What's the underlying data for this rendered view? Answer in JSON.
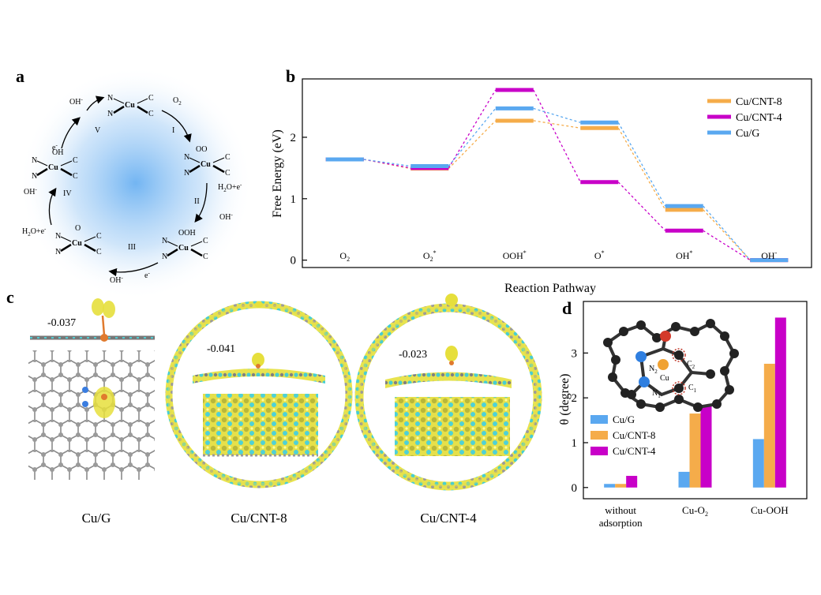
{
  "panel_labels": {
    "a": "a",
    "b": "b",
    "c": "c",
    "d": "d"
  },
  "panel_a": {
    "steps": [
      "I",
      "II",
      "III",
      "IV",
      "V"
    ],
    "reagents": {
      "o2": "O",
      "o2_sub": "2",
      "h2o_e_1": "H",
      "h2o_e_1_sub": "2",
      "h2o_e_1_tail": "O+e",
      "oh_1": "OH",
      "e_1": "e",
      "oh_2": "OH",
      "h2o_e_2": "H",
      "h2o_e_2_sub": "2",
      "h2o_e_2_tail": "O+e",
      "oh_3": "OH",
      "e_2": "e"
    },
    "atoms": {
      "n": "N",
      "c": "C",
      "cu": "Cu",
      "oo": "OO",
      "ooh": "OOH",
      "o": "O",
      "oh": "OH"
    },
    "sup_minus": "-"
  },
  "panel_c": {
    "values": [
      "-0.037",
      "-0.041",
      "-0.023"
    ],
    "captions": [
      "Cu/G",
      "Cu/CNT-8",
      "Cu/CNT-4"
    ]
  },
  "chart_data": [
    {
      "type": "line",
      "panel": "b",
      "xlabel": "Reaction Pathway",
      "ylabel": "Free  Energy (eV)",
      "categories": [
        "O2",
        "O2*",
        "OOH*",
        "O*",
        "OH*",
        "OH-"
      ],
      "category_labels": [
        {
          "base": "O",
          "sub": "2",
          "sup": ""
        },
        {
          "base": "O",
          "sub": "2",
          "sup": "*"
        },
        {
          "base": "OOH",
          "sub": "",
          "sup": "*"
        },
        {
          "base": "O",
          "sub": "",
          "sup": "*"
        },
        {
          "base": "OH",
          "sub": "",
          "sup": "*"
        },
        {
          "base": "OH",
          "sub": "",
          "sup": "-"
        }
      ],
      "yticks": [
        0,
        1,
        2
      ],
      "ylim": [
        -0.12,
        2.95
      ],
      "legend_position": "top-right",
      "series": [
        {
          "name": "Cu/CNT-8",
          "color": "#f5ac4a",
          "values": [
            1.64,
            1.49,
            2.27,
            2.15,
            0.82,
            0.0
          ]
        },
        {
          "name": "Cu/CNT-4",
          "color": "#c800c8",
          "values": [
            1.64,
            1.5,
            2.77,
            1.27,
            0.48,
            0.0
          ]
        },
        {
          "name": "Cu/G",
          "color": "#5aa8f0",
          "values": [
            1.64,
            1.53,
            2.47,
            2.24,
            0.88,
            0.0
          ]
        }
      ]
    },
    {
      "type": "bar",
      "panel": "d",
      "ylabel": "θ (degree)",
      "categories": [
        "without adsorption",
        "Cu-O2",
        "Cu-OOH"
      ],
      "category_labels": [
        {
          "line1": "without",
          "line2": "adsorption",
          "base": "",
          "sub": ""
        },
        {
          "line1": "",
          "line2": "",
          "base": "Cu-O",
          "sub": "2"
        },
        {
          "line1": "",
          "line2": "",
          "base": "Cu-OOH",
          "sub": ""
        }
      ],
      "yticks": [
        0,
        1,
        2,
        3
      ],
      "ylim": [
        -0.25,
        4.15
      ],
      "legend_position": "inside-left",
      "inset_labels": {
        "n2": "N",
        "n2_sub": "2",
        "n1": "N",
        "n1_sub": "1",
        "cu": "Cu",
        "c2": "C",
        "c2_sub": "2",
        "c1": "C",
        "c1_sub": "1"
      },
      "series": [
        {
          "name": "Cu/G",
          "color": "#5aa8f0",
          "values": [
            0.08,
            0.35,
            1.08
          ]
        },
        {
          "name": "Cu/CNT-8",
          "color": "#f5ac4a",
          "values": [
            0.08,
            1.65,
            2.76
          ]
        },
        {
          "name": "Cu/CNT-4",
          "color": "#c800c8",
          "values": [
            0.26,
            1.82,
            3.79
          ]
        }
      ]
    }
  ]
}
